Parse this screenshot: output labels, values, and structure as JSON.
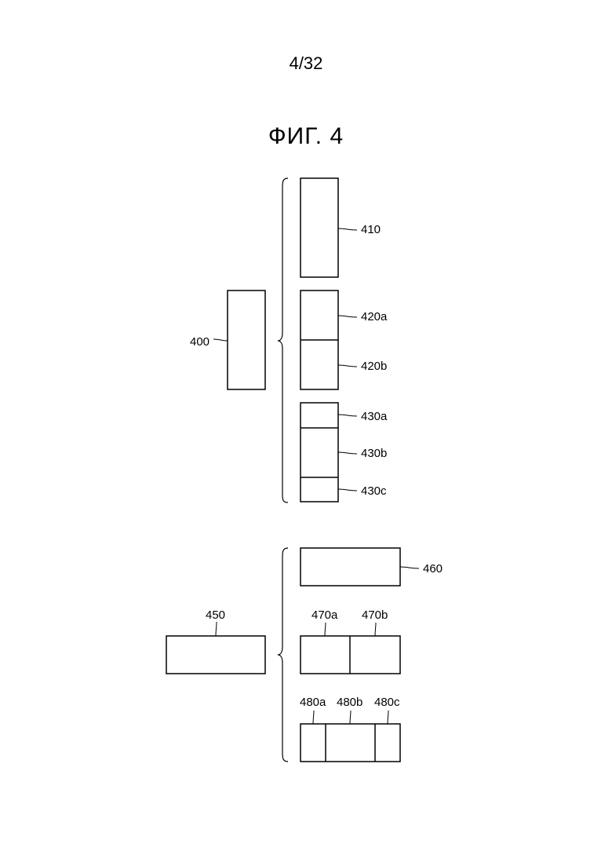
{
  "page_number": "4/32",
  "figure_title": "ФИГ. 4",
  "labels": {
    "l400": "400",
    "l410": "410",
    "l420a": "420a",
    "l420b": "420b",
    "l430a": "430a",
    "l430b": "430b",
    "l430c": "430c",
    "l450": "450",
    "l460": "460",
    "l470a": "470a",
    "l470b": "470b",
    "l480a": "480a",
    "l480b": "480b",
    "l480c": "480c"
  }
}
